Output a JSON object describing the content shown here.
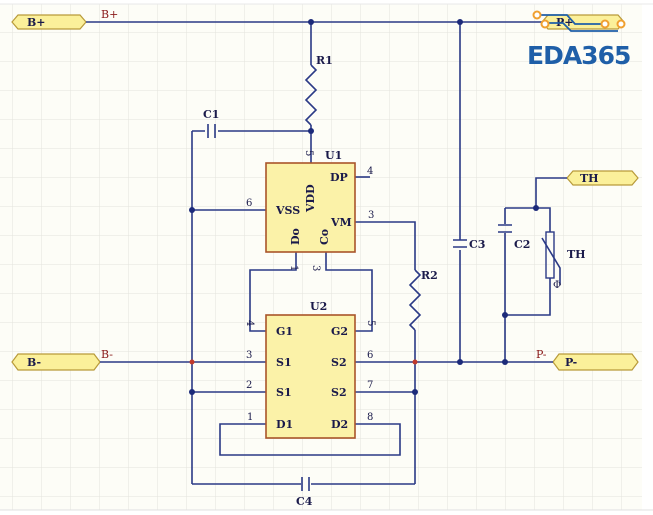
{
  "colors": {
    "wire": "#2b3a86",
    "chip_fill": "#fbf2a8",
    "port_fill": "#fbf09a",
    "logo": "#1f5fa8",
    "logo_accent": "#f0a030",
    "junction_red": "#c0392b"
  },
  "ports": {
    "b_plus": "B+",
    "b_minus": "B-",
    "p_plus": "P+",
    "p_minus": "P-",
    "th": "TH"
  },
  "nets": {
    "b_plus": "B+",
    "b_minus": "B-",
    "p_minus": "P-"
  },
  "components": {
    "r1": "R1",
    "r2": "R2",
    "c1": "C1",
    "c2": "C2",
    "c3": "C3",
    "c4": "C4",
    "th": "TH",
    "u1": "U1",
    "u2": "U2"
  },
  "u1": {
    "pins": {
      "vdd": "VDD",
      "dp": "DP",
      "vss": "VSS",
      "vm": "VM",
      "do": "Do",
      "co": "Co"
    },
    "numbers": {
      "vdd": "5",
      "dp": "4",
      "vss": "6",
      "vm": "3",
      "do": "1",
      "co": "3"
    }
  },
  "u2": {
    "pins": {
      "g1": "G1",
      "g2": "G2",
      "s1a": "S1",
      "s1b": "S1",
      "d1": "D1",
      "s2a": "S2",
      "s2b": "S2",
      "d2": "D2"
    },
    "numbers": {
      "g1": "4",
      "g2": "5",
      "s1a": "3",
      "s1b": "2",
      "d1": "1",
      "s2a": "6",
      "s2b": "7",
      "d2": "8"
    }
  },
  "logo": {
    "text": "EDA365"
  }
}
